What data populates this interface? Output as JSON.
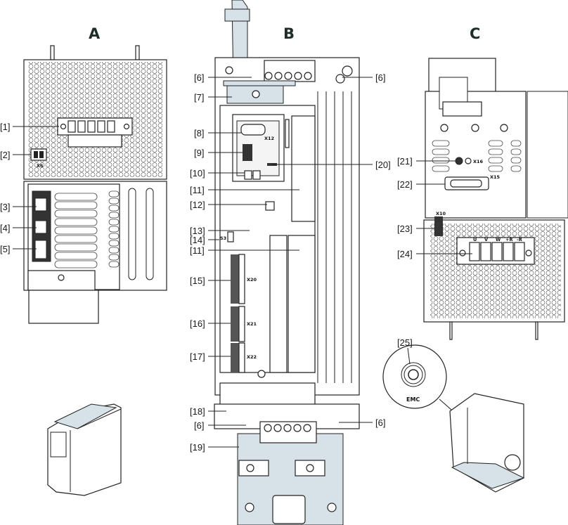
{
  "figure": {
    "views": [
      {
        "id": "A",
        "label": "A"
      },
      {
        "id": "B",
        "label": "B"
      },
      {
        "id": "C",
        "label": "C"
      }
    ],
    "callouts": {
      "c1": "[1]",
      "c2": "[2]",
      "c3": "[3]",
      "c4": "[4]",
      "c5": "[5]",
      "c6a": "[6]",
      "c6b": "[6]",
      "c6c": "[6]",
      "c6d": "[6]",
      "c7": "[7]",
      "c8": "[8]",
      "c9": "[9]",
      "c10": "[10]",
      "c11a": "[11]",
      "c11b": "[11]",
      "c12": "[12]",
      "c13": "[13]",
      "c14": "[14]",
      "c15": "[15]",
      "c16": "[16]",
      "c17": "[17]",
      "c18": "[18]",
      "c19": "[19]",
      "c20": "[20]",
      "c21": "[21]",
      "c22": "[22]",
      "c23": "[23]",
      "c24": "[24]",
      "c25": "[25]"
    },
    "connector_labels": {
      "x5": "X5",
      "x12": "X12",
      "s3": "S3",
      "x20": "X20",
      "x21": "X21",
      "x22": "X22",
      "x16": "X16",
      "x15": "X15",
      "x10": "X10"
    },
    "terminal_labels": [
      "U",
      "V",
      "W",
      "+R",
      "-R"
    ],
    "detail_label": "EMC",
    "colors": {
      "highlight": "#d6e2e8",
      "line": "#222222",
      "title": "#1f2d2a"
    }
  }
}
